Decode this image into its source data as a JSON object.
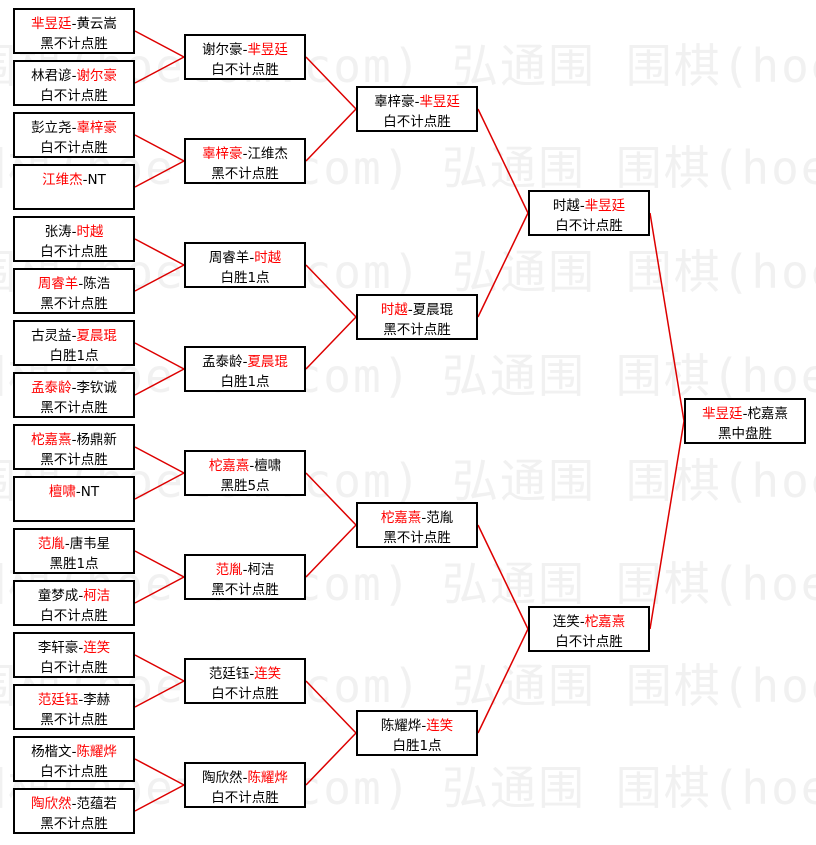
{
  "watermark": "围棋(hoetom.com) 弘通围",
  "colors": {
    "winner": "#ff0000",
    "line": "#dd0000",
    "border": "#000000"
  },
  "round1": [
    {
      "a": "芈昱廷",
      "b": "黄云嵩",
      "w": "a",
      "r": "黑不计点胜"
    },
    {
      "a": "林君谚",
      "b": "谢尔豪",
      "w": "b",
      "r": "白不计点胜"
    },
    {
      "a": "彭立尧",
      "b": "辜梓豪",
      "w": "b",
      "r": "白不计点胜"
    },
    {
      "a": "江维杰",
      "b": "NT",
      "w": "a",
      "r": ""
    },
    {
      "a": "张涛",
      "b": "时越",
      "w": "b",
      "r": "白不计点胜"
    },
    {
      "a": "周睿羊",
      "b": "陈浩",
      "w": "a",
      "r": "黑不计点胜"
    },
    {
      "a": "古灵益",
      "b": "夏晨琨",
      "w": "b",
      "r": "白胜1点"
    },
    {
      "a": "孟泰龄",
      "b": "李钦诚",
      "w": "a",
      "r": "黑不计点胜"
    },
    {
      "a": "柁嘉熹",
      "b": "杨鼎新",
      "w": "a",
      "r": "黑不计点胜"
    },
    {
      "a": "檀啸",
      "b": "NT",
      "w": "a",
      "r": ""
    },
    {
      "a": "范胤",
      "b": "唐韦星",
      "w": "a",
      "r": "黑胜1点"
    },
    {
      "a": "童梦成",
      "b": "柯洁",
      "w": "b",
      "r": "白不计点胜"
    },
    {
      "a": "李轩豪",
      "b": "连笑",
      "w": "b",
      "r": "白不计点胜"
    },
    {
      "a": "范廷钰",
      "b": "李赫",
      "w": "a",
      "r": "黑不计点胜"
    },
    {
      "a": "杨楷文",
      "b": "陈耀烨",
      "w": "b",
      "r": "白不计点胜"
    },
    {
      "a": "陶欣然",
      "b": "范蕴若",
      "w": "a",
      "r": "黑不计点胜"
    }
  ],
  "round2": [
    {
      "a": "谢尔豪",
      "b": "芈昱廷",
      "w": "b",
      "r": "白不计点胜"
    },
    {
      "a": "辜梓豪",
      "b": "江维杰",
      "w": "a",
      "r": "黑不计点胜"
    },
    {
      "a": "周睿羊",
      "b": "时越",
      "w": "b",
      "r": "白胜1点"
    },
    {
      "a": "孟泰龄",
      "b": "夏晨琨",
      "w": "b",
      "r": "白胜1点"
    },
    {
      "a": "柁嘉熹",
      "b": "檀啸",
      "w": "a",
      "r": "黑胜5点"
    },
    {
      "a": "范胤",
      "b": "柯洁",
      "w": "a",
      "r": "黑不计点胜"
    },
    {
      "a": "范廷钰",
      "b": "连笑",
      "w": "b",
      "r": "白不计点胜"
    },
    {
      "a": "陶欣然",
      "b": "陈耀烨",
      "w": "b",
      "r": "白不计点胜"
    }
  ],
  "round3": [
    {
      "a": "辜梓豪",
      "b": "芈昱廷",
      "w": "b",
      "r": "白不计点胜"
    },
    {
      "a": "时越",
      "b": "夏晨琨",
      "w": "a",
      "r": "黑不计点胜"
    },
    {
      "a": "柁嘉熹",
      "b": "范胤",
      "w": "a",
      "r": "黑不计点胜"
    },
    {
      "a": "陈耀烨",
      "b": "连笑",
      "w": "b",
      "r": "白胜1点"
    }
  ],
  "round4": [
    {
      "a": "时越",
      "b": "芈昱廷",
      "w": "b",
      "r": "白不计点胜"
    },
    {
      "a": "连笑",
      "b": "柁嘉熹",
      "w": "b",
      "r": "白不计点胜"
    }
  ],
  "round5": [
    {
      "a": "芈昱廷",
      "b": "柁嘉熹",
      "w": "a",
      "r": "黑中盘胜"
    }
  ]
}
